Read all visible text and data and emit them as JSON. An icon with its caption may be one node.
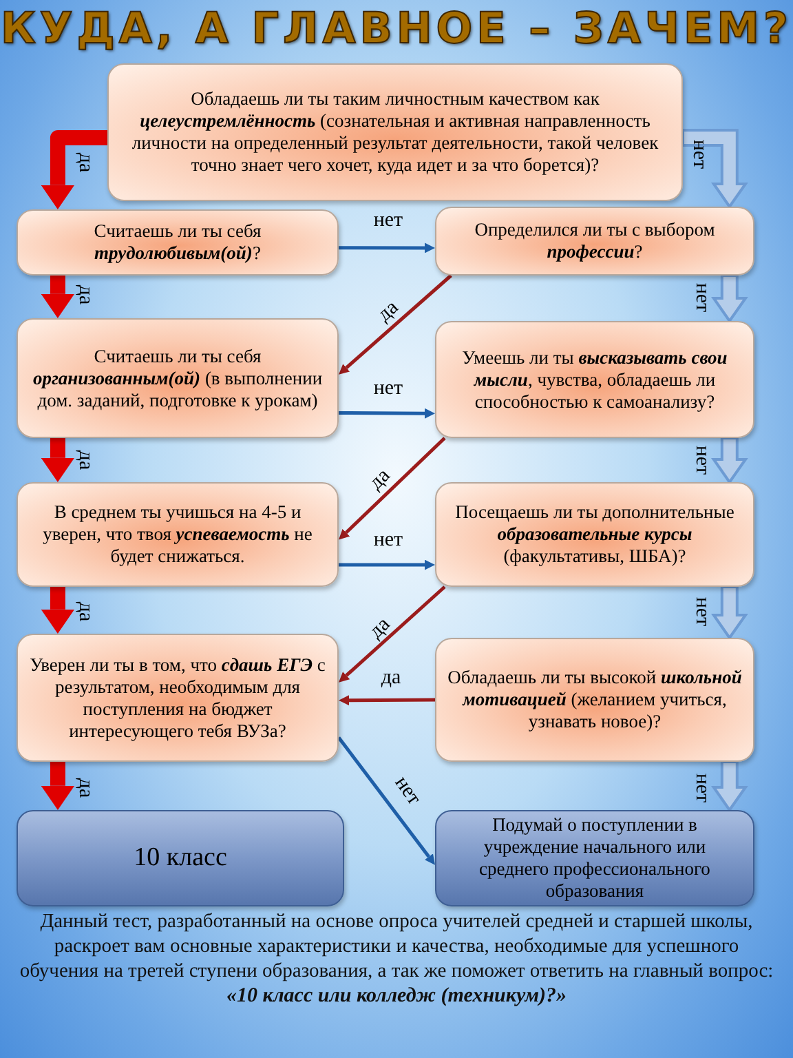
{
  "diagram": {
    "title": "КУДА, А ГЛАВНОЕ – ЗАЧЕМ?",
    "caption": "Данный тест, разработанный на основе опроса учителей средней и старшей школы, раскроет вам основные характеристики и качества, необходимые для успешного обучения на третей ступени образования, а так же поможет ответить на главный вопрос:",
    "nodes": [
      {
        "text": [
          "Обладаешь ли ты таким личностным качеством как *целеустремлённость* (сознательная и активная направленность личности на определенный результат деятельности, такой человек точно знает чего хочет, куда идет и за что борется)?"
        ]
      },
      {
        "text": [
          "Считаешь ли ты себя *трудолюбивым(ой)*?"
        ]
      },
      {
        "text": [
          "Определился ли ты с выбором *профессии*?"
        ]
      },
      {
        "text": [
          "Считаешь ли ты себя *организованным(ой)* (в выполнении дом. заданий, подготовке к урокам)"
        ]
      },
      {
        "text": [
          "Умеешь ли ты *высказывать свои мысли*, чувства, обладаешь ли способностью к самоанализу?"
        ]
      },
      {
        "text": [
          "В среднем ты учишься на 4-5 и уверен, что твоя *успеваемость* не будет снижаться."
        ]
      },
      {
        "text": [
          "Посещаешь ли ты дополнительные *образовательные курсы* (факультативы, ШБА)?"
        ]
      },
      {
        "text": [
          "Уверен ли ты в том, что *сдашь ЕГЭ* с результатом, необходимым для поступления на бюджет интересующего тебя ВУЗа?"
        ]
      },
      {
        "text": [
          "Обладаешь ли ты высокой *школьной мотивацией* (желанием учиться, узнавать новое)?"
        ]
      },
      {
        "text": [
          "10 класс"
        ]
      },
      {
        "text": [
          "Подумай о поступлении в учреждение начального или среднего профессионального образования"
        ]
      }
    ],
    "edges": [
      {
        "from": 0,
        "to": 1,
        "arrow": "to",
        "label": "да",
        "style": "thick",
        "color": "#e00000"
      },
      {
        "from": 0,
        "to": 2,
        "arrow": "to",
        "label": "нет",
        "style": "thick",
        "color": "#6d9bd3"
      },
      {
        "from": 1,
        "to": 2,
        "arrow": "to",
        "label": "нет",
        "color": "#1f5fa8"
      },
      {
        "from": 1,
        "to": 3,
        "arrow": "to",
        "label": "да",
        "style": "thick",
        "color": "#e00000"
      },
      {
        "from": 2,
        "to": 3,
        "arrow": "to",
        "label": "да",
        "color": "#9b1c1c"
      },
      {
        "from": 2,
        "to": 4,
        "arrow": "to",
        "label": "нет",
        "style": "thick",
        "color": "#6d9bd3"
      },
      {
        "from": 3,
        "to": 4,
        "arrow": "to",
        "label": "нет",
        "color": "#1f5fa8"
      },
      {
        "from": 3,
        "to": 5,
        "arrow": "to",
        "label": "да",
        "style": "thick",
        "color": "#e00000"
      },
      {
        "from": 4,
        "to": 5,
        "arrow": "to",
        "label": "да",
        "color": "#9b1c1c"
      },
      {
        "from": 4,
        "to": 6,
        "arrow": "to",
        "label": "нет",
        "style": "thick",
        "color": "#6d9bd3"
      },
      {
        "from": 5,
        "to": 6,
        "arrow": "to",
        "label": "нет",
        "color": "#1f5fa8"
      },
      {
        "from": 5,
        "to": 7,
        "arrow": "to",
        "label": "да",
        "style": "thick",
        "color": "#e00000"
      },
      {
        "from": 6,
        "to": 7,
        "arrow": "to",
        "label": "да",
        "color": "#9b1c1c"
      },
      {
        "from": 6,
        "to": 8,
        "arrow": "to",
        "label": "нет",
        "style": "thick",
        "color": "#6d9bd3"
      },
      {
        "from": 8,
        "to": 7,
        "arrow": "to",
        "label": "да",
        "color": "#9b1c1c"
      },
      {
        "from": 7,
        "to": 9,
        "arrow": "to",
        "label": "да",
        "style": "thick",
        "color": "#e00000"
      },
      {
        "from": 7,
        "to": 10,
        "arrow": "to",
        "label": "нет",
        "color": "#1f5fa8"
      },
      {
        "from": 8,
        "to": 10,
        "arrow": "to",
        "label": "нет",
        "style": "thick",
        "color": "#6d9bd3"
      }
    ],
    "labels": [
      "«10 класс или колледж (техникум)?»"
    ]
  }
}
